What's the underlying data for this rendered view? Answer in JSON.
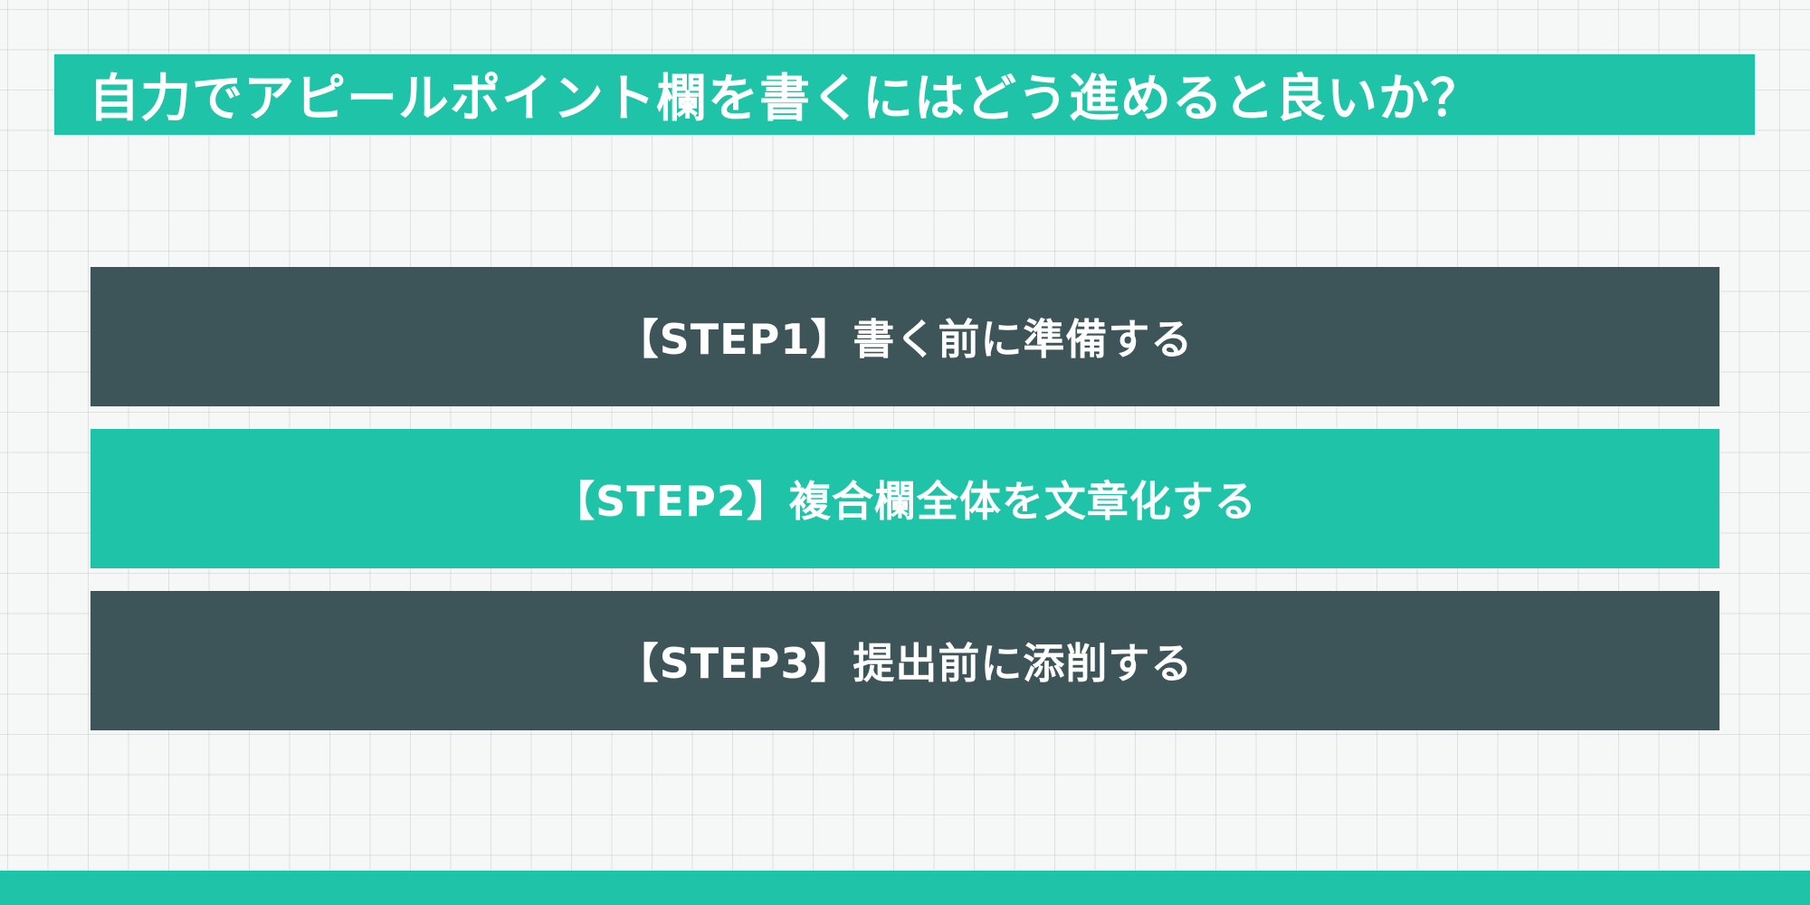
{
  "title": "自力でアピールポイント欄を書くにはどう進めると良いか？",
  "steps": [
    {
      "label": "【STEP1】書く前に準備する"
    },
    {
      "label": "【STEP2】複合欄全体を文章化する"
    },
    {
      "label": "【STEP3】提出前に添削する"
    }
  ],
  "colors": {
    "accent": "#1fc4a8",
    "dark": "#3d5559",
    "text": "#ffffff",
    "background": "#f6f7f7"
  }
}
